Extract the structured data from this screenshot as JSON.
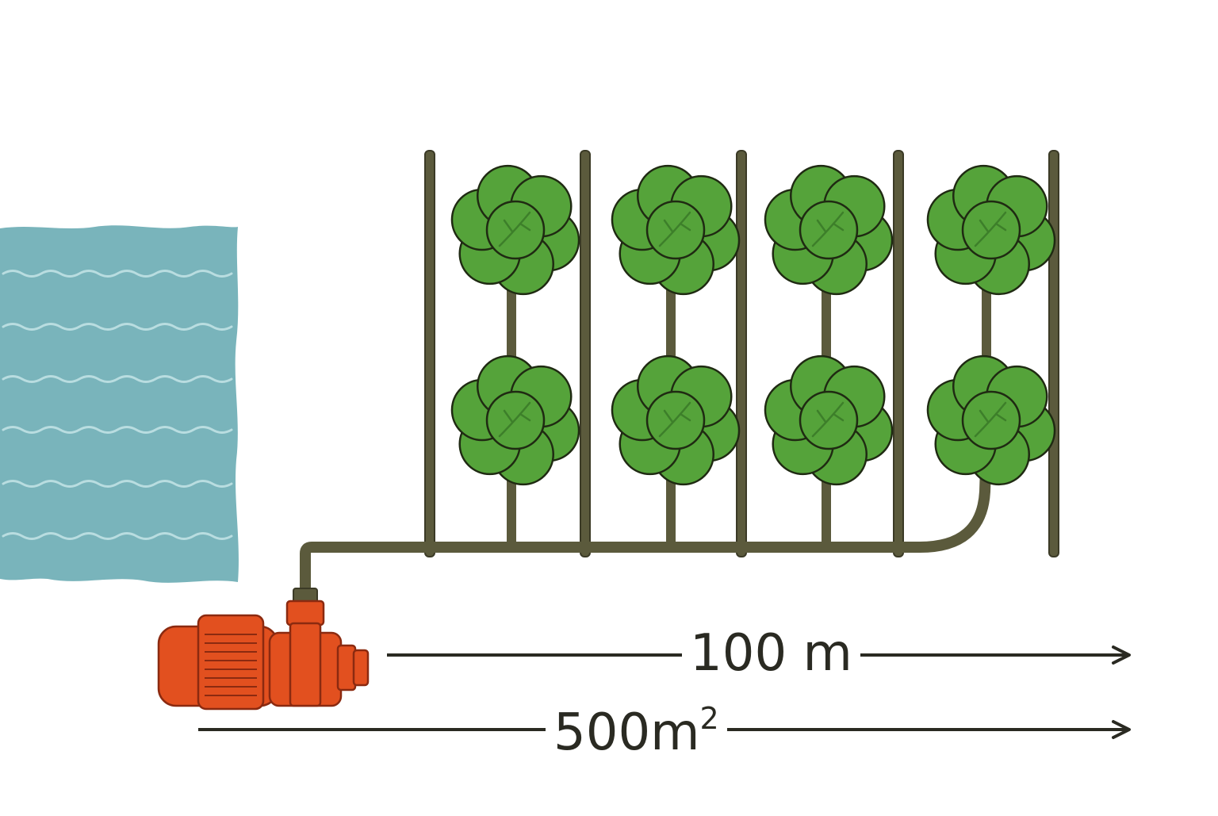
{
  "labels": {
    "distance": "100 m",
    "area_number": "500",
    "area_unit": "m",
    "area_exponent": "2"
  },
  "colors": {
    "water": "#79b4bb",
    "water_wave": "#b9dde0",
    "pipe": "#5b5a3c",
    "pipe_outline": "#3b3a26",
    "leaf": "#55a33a",
    "leaf_dark": "#3d7f2a",
    "outline": "#1f2a12",
    "pump": "#e2501f",
    "pump_dark": "#8b2a10",
    "arrow": "#2a2a22"
  },
  "icons": {
    "water_source": "pond",
    "pump": "electric-water-pump",
    "plant": "cabbage-plant"
  },
  "plants": {
    "rows": 2,
    "columns": 4
  }
}
